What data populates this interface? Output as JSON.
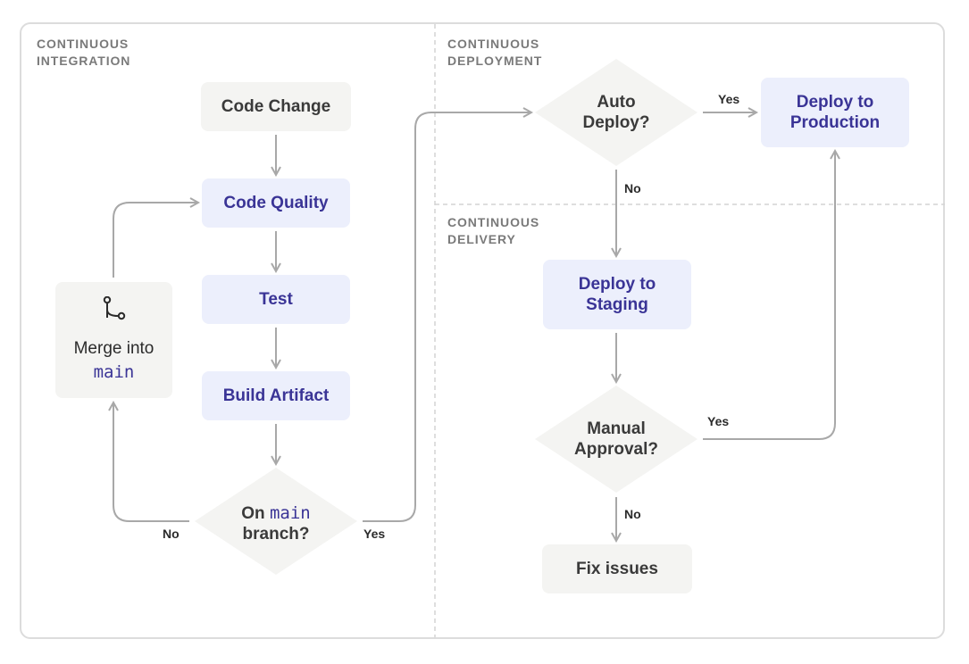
{
  "sections": {
    "ci": [
      "CONTINUOUS",
      "INTEGRATION"
    ],
    "cdeploy": [
      "CONTINUOUS",
      "DEPLOYMENT"
    ],
    "cdelivery": [
      "CONTINUOUS",
      "DELIVERY"
    ]
  },
  "nodes": {
    "code_change": "Code Change",
    "code_quality": "Code Quality",
    "test": "Test",
    "build_artifact": "Build Artifact",
    "merge_prefix": "Merge into",
    "merge_branch": "main",
    "deploy_staging": [
      "Deploy to",
      "Staging"
    ],
    "deploy_production": [
      "Deploy to",
      "Production"
    ],
    "fix_issues": "Fix issues"
  },
  "decisions": {
    "on_main": {
      "prefix": "On",
      "branch": "main",
      "suffix": "branch?"
    },
    "auto_deploy": [
      "Auto",
      "Deploy?"
    ],
    "manual_approval": [
      "Manual",
      "Approval?"
    ]
  },
  "edge_labels": {
    "main_no": "No",
    "main_yes": "Yes",
    "auto_yes": "Yes",
    "auto_no": "No",
    "manual_yes": "Yes",
    "manual_no": "No"
  },
  "icons": {
    "merge": "git-branch-icon"
  },
  "colors": {
    "accent": "#3a3496",
    "blue_fill": "#eceffc",
    "gray_fill": "#f4f4f2",
    "line": "#a8a8a8"
  }
}
